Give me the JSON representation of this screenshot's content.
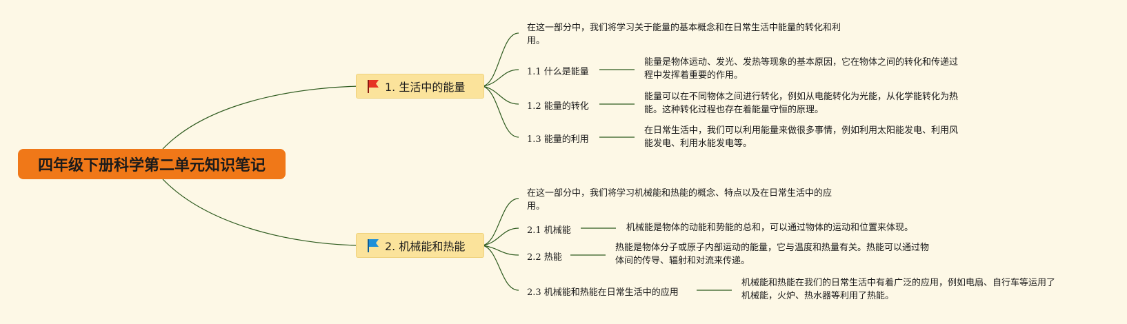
{
  "colors": {
    "background": "#fdf8e6",
    "root": "#f07818",
    "branch": "#fbe39b",
    "line": "#2d5a1e",
    "flag1": "#e63324",
    "flag2": "#1e8fd8"
  },
  "root": {
    "title": "四年级下册科学第二单元知识笔记"
  },
  "branches": [
    {
      "title": "1. 生活中的能量",
      "flag_icon": "red-flag-icon",
      "intro": [
        "在这一部分中，我们将学习关于能量的基本概念和在日常生活中能量的转化和利",
        "用。"
      ],
      "items": [
        {
          "label": "1.1 什么是能量",
          "desc": [
            "能量是物体运动、发光、发热等现象的基本原因，它在物体之间的转化和传递过",
            "程中发挥着重要的作用。"
          ]
        },
        {
          "label": "1.2 能量的转化",
          "desc": [
            "能量可以在不同物体之间进行转化，例如从电能转化为光能，从化学能转化为热",
            "能。这种转化过程也存在着能量守恒的原理。"
          ]
        },
        {
          "label": "1.3 能量的利用",
          "desc": [
            "在日常生活中，我们可以利用能量来做很多事情，例如利用太阳能发电、利用风",
            "能发电、利用水能发电等。"
          ]
        }
      ]
    },
    {
      "title": "2. 机械能和热能",
      "flag_icon": "blue-flag-icon",
      "intro": [
        "在这一部分中，我们将学习机械能和热能的概念、特点以及在日常生活中的应",
        "用。"
      ],
      "items": [
        {
          "label": "2.1 机械能",
          "desc": [
            "机械能是物体的动能和势能的总和，可以通过物体的运动和位置来体现。"
          ]
        },
        {
          "label": "2.2 热能",
          "desc": [
            "热能是物体分子或原子内部运动的能量，它与温度和热量有关。热能可以通过物",
            "体间的传导、辐射和对流来传递。"
          ]
        },
        {
          "label": "2.3 机械能和热能在日常生活中的应用",
          "desc": [
            "机械能和热能在我们的日常生活中有着广泛的应用，例如电扇、自行车等运用了",
            "机械能，火炉、热水器等利用了热能。"
          ]
        }
      ]
    }
  ]
}
